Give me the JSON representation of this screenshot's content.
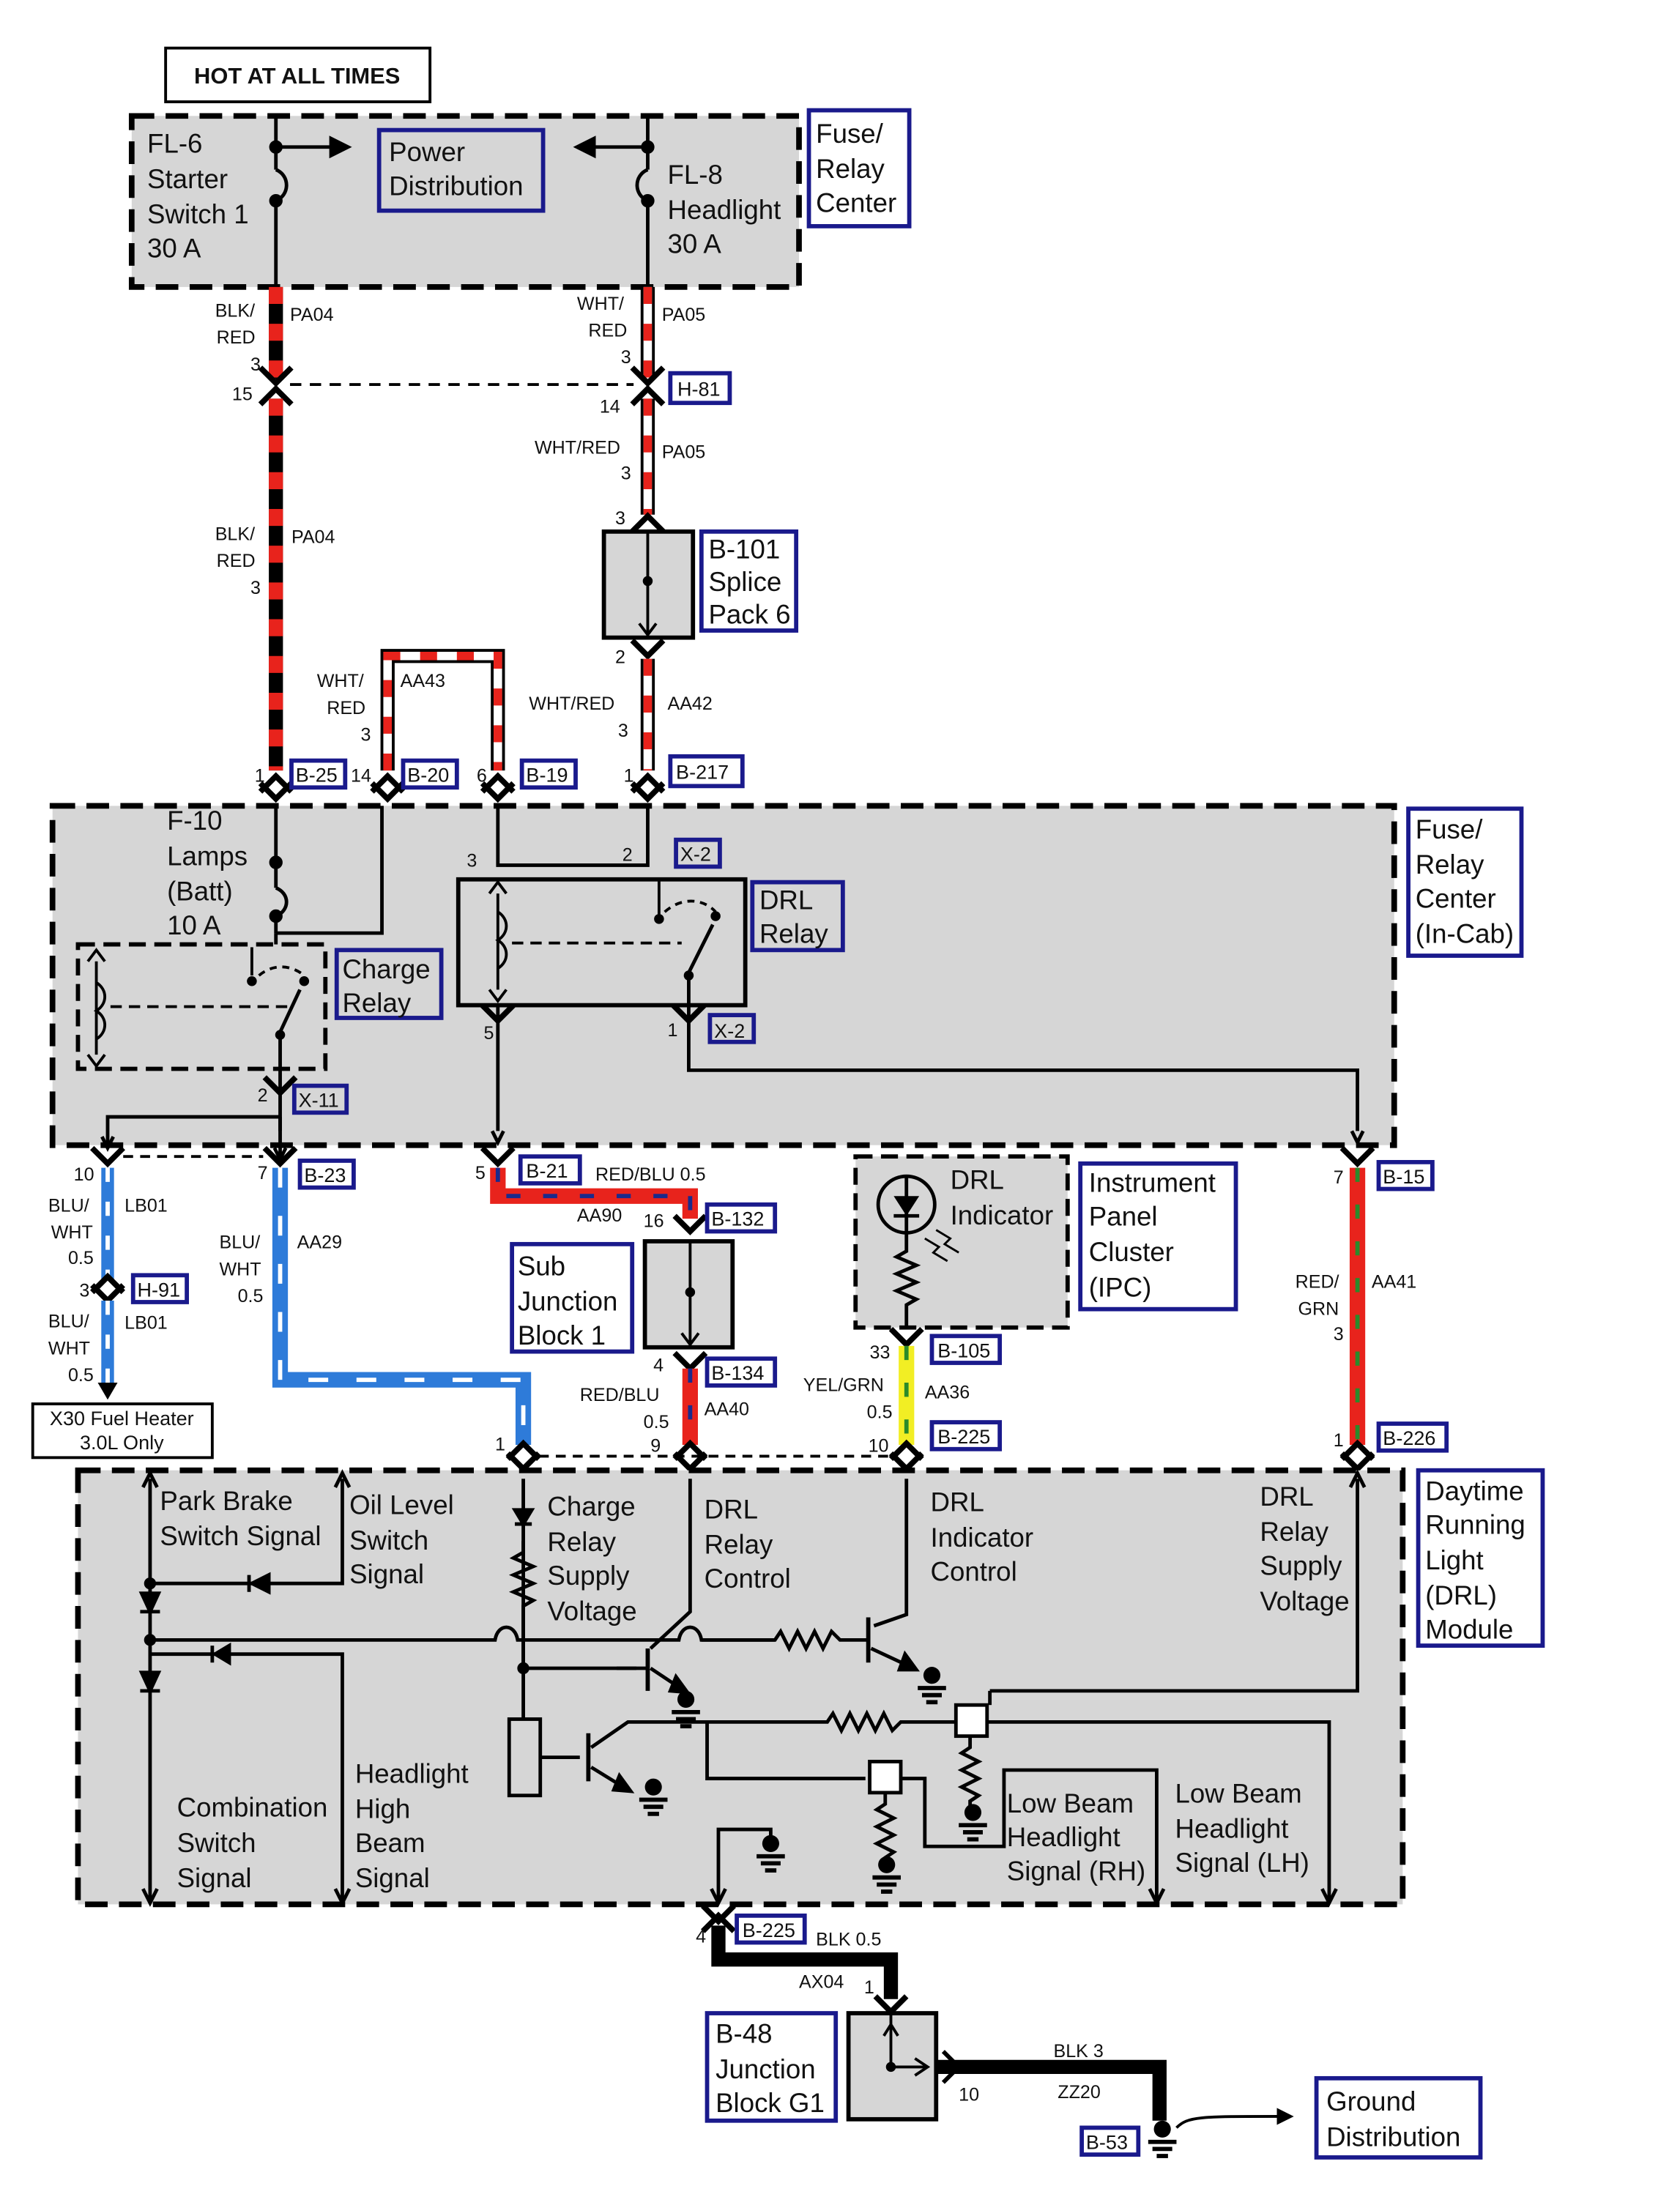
{
  "header": {
    "hot_label": "HOT AT ALL TIMES"
  },
  "fuse_relay_center": {
    "ref_label": [
      "Fuse/",
      "Relay",
      "Center"
    ],
    "center_label": [
      "Power",
      "Distribution"
    ],
    "fuse_left": [
      "FL-6",
      "Starter",
      "Switch 1",
      "30 A"
    ],
    "fuse_right": [
      "FL-8",
      "Headlight",
      "30 A"
    ]
  },
  "upper_wires": {
    "pa04_top": [
      "BLK/",
      "RED",
      "3"
    ],
    "pa04_top_circuit": "PA04",
    "pa05_top": [
      "WHT/",
      "RED",
      "3"
    ],
    "pa05_top_circuit": "PA05",
    "h81": {
      "ref": "H-81",
      "pin_left": "15",
      "pin_right": "14"
    },
    "pa05_mid": "WHT/RED",
    "pa05_mid_circuit": "PA05",
    "pa05_mid_size": "3",
    "splice_top_pin": "3",
    "pa04_mid": [
      "BLK/",
      "RED",
      "3"
    ],
    "pa04_mid_circuit": "PA04"
  },
  "splice_pack": {
    "ref_lines": [
      "B-101",
      "Splice",
      "Pack 6"
    ],
    "pin_bottom": "2"
  },
  "aa_wires": {
    "aa43": [
      "WHT/",
      "RED",
      "3"
    ],
    "aa43_circuit": "AA43",
    "aa42": "WHT/RED",
    "aa42_circuit": "AA42",
    "aa42_size": "3"
  },
  "cab_connectors": [
    {
      "pin": "1",
      "ref": "B-25"
    },
    {
      "pin": "14",
      "ref": "B-20"
    },
    {
      "pin": "6",
      "ref": "B-19"
    },
    {
      "pin": "1",
      "ref": "B-217"
    }
  ],
  "fuse_relay_incab": {
    "ref_label": [
      "Fuse/",
      "Relay",
      "Center",
      "(In-Cab)"
    ],
    "fuse": [
      "F-10",
      "Lamps",
      "(Batt)",
      "10 A"
    ],
    "charge_relay": [
      "Charge",
      "Relay"
    ],
    "drl_relay": [
      "DRL",
      "Relay"
    ],
    "x2_top": {
      "pin_left": "3",
      "pin_right": "2",
      "ref": "X-2"
    },
    "x2_bottom": {
      "pin_left": "5",
      "pin_right": "1",
      "ref": "X-2"
    },
    "x11": {
      "pin": "2",
      "ref": "X-11"
    }
  },
  "mid_section": {
    "lb01_top": {
      "pin": "10",
      "wire": [
        "BLU/",
        "WHT",
        "0.5"
      ],
      "circuit": "LB01"
    },
    "h91": {
      "pin": "3",
      "ref": "H-91"
    },
    "lb01_bottom": {
      "wire": [
        "BLU/",
        "WHT",
        "0.5"
      ],
      "circuit": "LB01"
    },
    "fuel_heater": [
      "X30 Fuel Heater",
      "3.0L Only"
    ],
    "b23": {
      "pin": "7",
      "ref": "B-23"
    },
    "aa29": {
      "wire": [
        "BLU/",
        "WHT",
        "0.5"
      ],
      "circuit": "AA29"
    },
    "b21": {
      "pin": "5",
      "ref": "B-21",
      "wire": "RED/BLU 0.5",
      "circuit": "AA90"
    },
    "b132": {
      "pin": "16",
      "ref": "B-132"
    },
    "sub_junction": [
      "Sub",
      "Junction",
      "Block 1"
    ],
    "b134": {
      "pin": "4",
      "ref": "B-134"
    },
    "aa40": {
      "wire": [
        "RED/BLU",
        "0.5"
      ],
      "circuit": "AA40",
      "pin": "9"
    },
    "ipc_indicator": [
      "DRL",
      "Indicator"
    ],
    "ipc_ref": [
      "Instrument",
      "Panel",
      "Cluster",
      "(IPC)"
    ],
    "b105": {
      "pin": "33",
      "ref": "B-105"
    },
    "aa36": {
      "wire": [
        "YEL/GRN",
        "0.5"
      ],
      "circuit": "AA36"
    },
    "b225": {
      "pin": "10",
      "ref": "B-225"
    },
    "b15": {
      "pin": "7",
      "ref": "B-15"
    },
    "aa41": {
      "wire": [
        "RED/",
        "GRN",
        "3"
      ],
      "circuit": "AA41"
    },
    "b226": {
      "pin": "1",
      "ref": "B-226"
    },
    "module_pin_1": "1"
  },
  "drl_module": {
    "ref_label": [
      "Daytime",
      "Running",
      "Light",
      "(DRL)",
      "Module"
    ],
    "park_brake": [
      "Park Brake",
      "Switch Signal"
    ],
    "oil_level": [
      "Oil Level",
      "Switch",
      "Signal"
    ],
    "charge_supply": [
      "Charge",
      "Relay",
      "Supply",
      "Voltage"
    ],
    "drl_control": [
      "DRL",
      "Relay",
      "Control"
    ],
    "indicator_control": [
      "DRL",
      "Indicator",
      "Control"
    ],
    "relay_supply": [
      "DRL",
      "Relay",
      "Supply",
      "Voltage"
    ],
    "combination": [
      "Combination",
      "Switch",
      "Signal"
    ],
    "headlight_high": [
      "Headlight",
      "High",
      "Beam",
      "Signal"
    ],
    "low_beam_rh": [
      "Low Beam",
      "Headlight",
      "Signal (RH)"
    ],
    "low_beam_lh": [
      "Low Beam",
      "Headlight",
      "Signal (LH)"
    ]
  },
  "ground_section": {
    "b225": {
      "pin": "4",
      "ref": "B-225"
    },
    "ax04": {
      "wire": "BLK 0.5",
      "circuit": "AX04",
      "pin": "1"
    },
    "junction": [
      "B-48",
      "Junction",
      "Block G1"
    ],
    "zz20": {
      "wire": "BLK 3",
      "circuit": "ZZ20",
      "pin": "10"
    },
    "b53": "B-53",
    "ground_ref": [
      "Ground",
      "Distribution"
    ]
  },
  "colors": {
    "panel": "#d6d6d6",
    "ref_border": "#1a1a8c",
    "blk": "#000000",
    "red": "#e8231c",
    "blue": "#2e7bd9",
    "green": "#2a8a2a",
    "yellow": "#f2ee24"
  }
}
